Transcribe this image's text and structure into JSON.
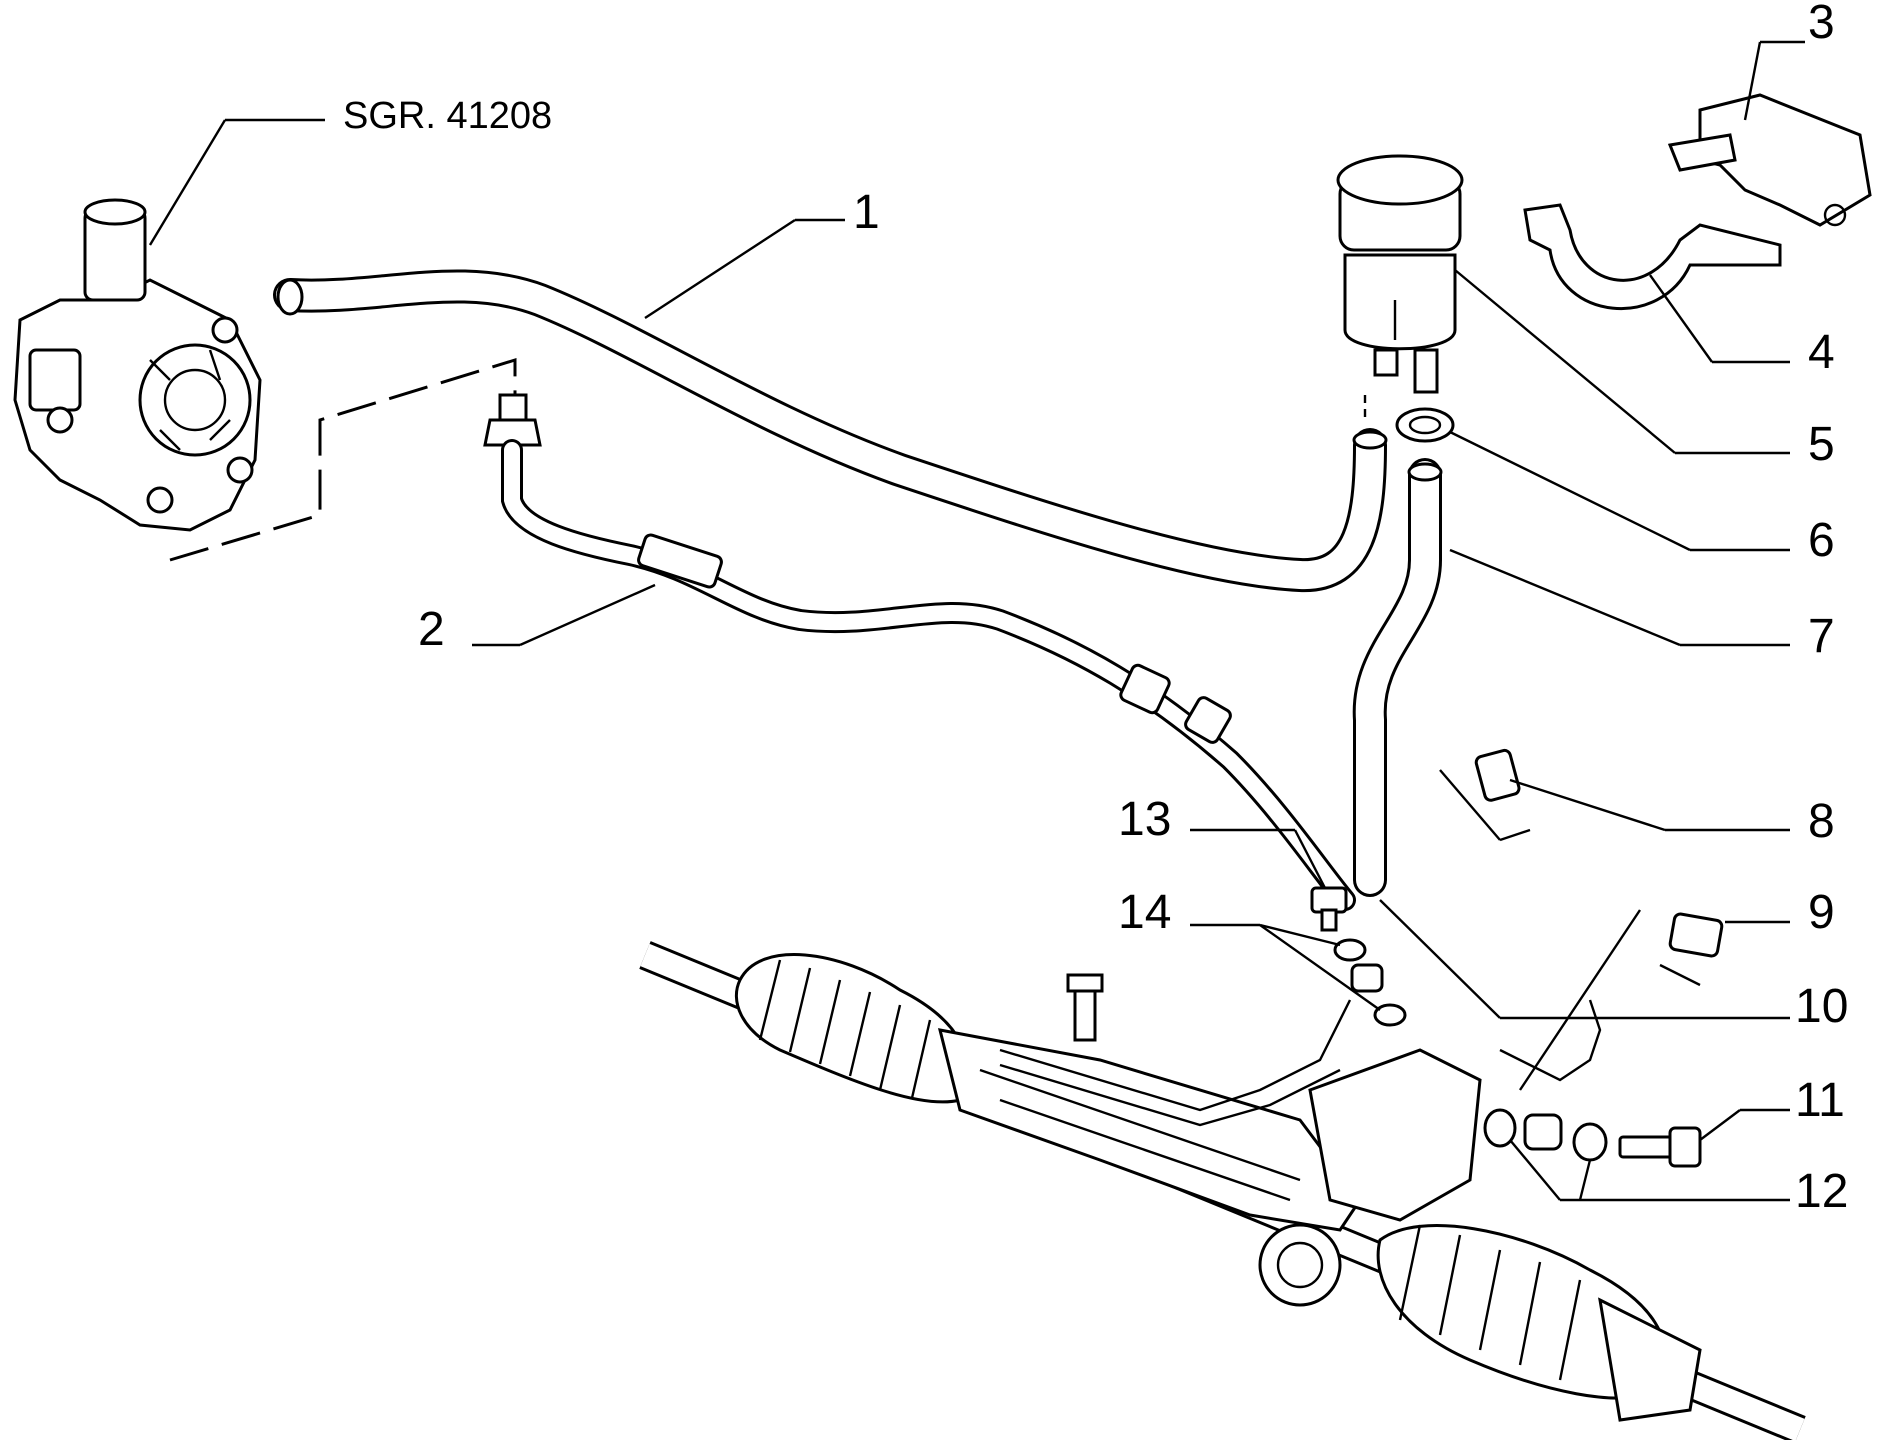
{
  "reference": "SGR. 41208",
  "callouts": {
    "c1": "1",
    "c2": "2",
    "c3": "3",
    "c4": "4",
    "c5": "5",
    "c6": "6",
    "c7": "7",
    "c8": "8",
    "c9": "9",
    "c10": "10",
    "c11": "11",
    "c12": "12",
    "c13": "13",
    "c14": "14"
  },
  "colors": {
    "ink": "#000000",
    "paper": "#ffffff"
  }
}
